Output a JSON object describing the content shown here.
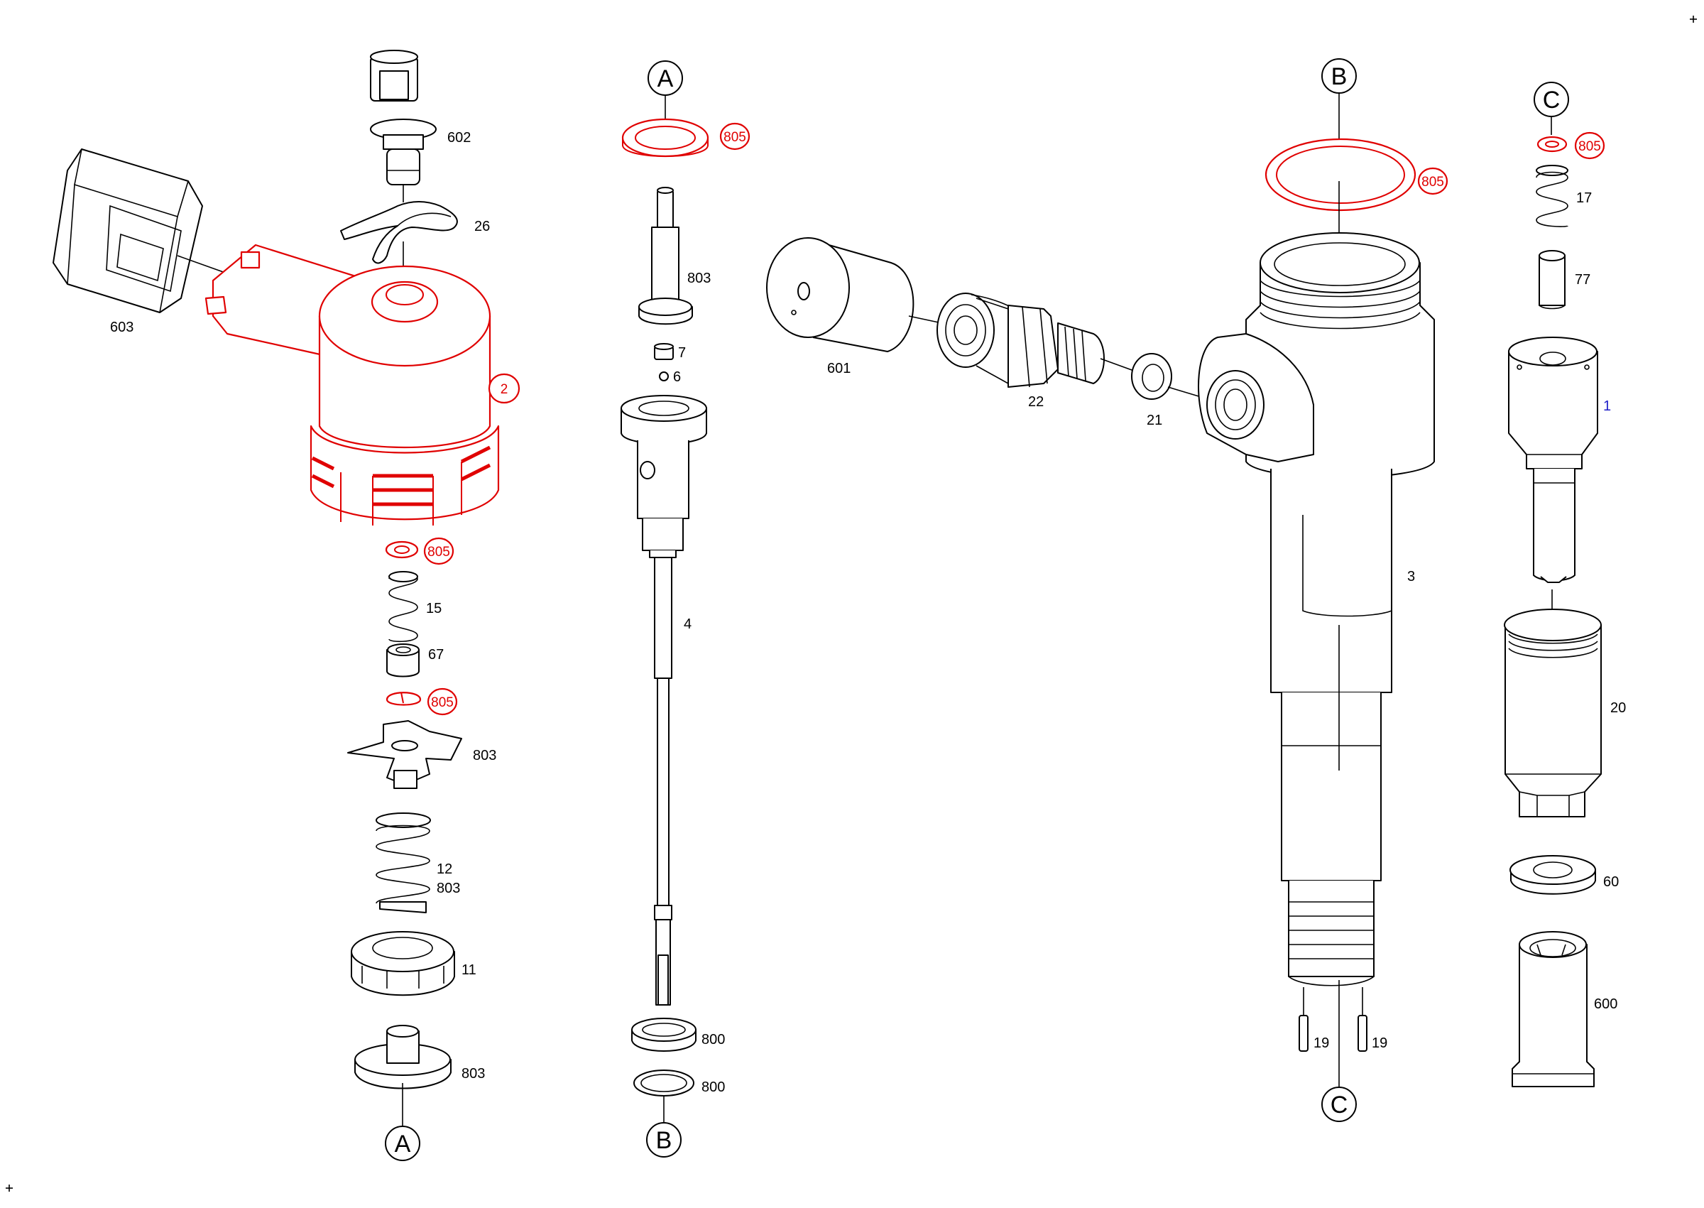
{
  "diagram": {
    "colors": {
      "line": "#000000",
      "highlight": "#e00000",
      "blue_label": "#1e1ec8",
      "background": "#ffffff"
    },
    "reference_markers": [
      "A",
      "A",
      "B",
      "B",
      "C",
      "C"
    ],
    "labels": {
      "l602": "602",
      "l26": "26",
      "l603": "603",
      "l2": "2",
      "l805a": "805",
      "l15": "15",
      "l67": "67",
      "l805b": "805",
      "l803a": "803",
      "l12": "12",
      "l803b": "803",
      "l11": "11",
      "l803c": "803",
      "l805c": "805",
      "l803d": "803",
      "l7": "7",
      "l6": "6",
      "l4": "4",
      "l800a": "800",
      "l800b": "800",
      "l601": "601",
      "l22": "22",
      "l21": "21",
      "l805d": "805",
      "l3": "3",
      "l19a": "19",
      "l19b": "19",
      "l805e": "805",
      "l17": "17",
      "l77": "77",
      "l1": "1",
      "l20": "20",
      "l60": "60",
      "l600": "600"
    }
  }
}
